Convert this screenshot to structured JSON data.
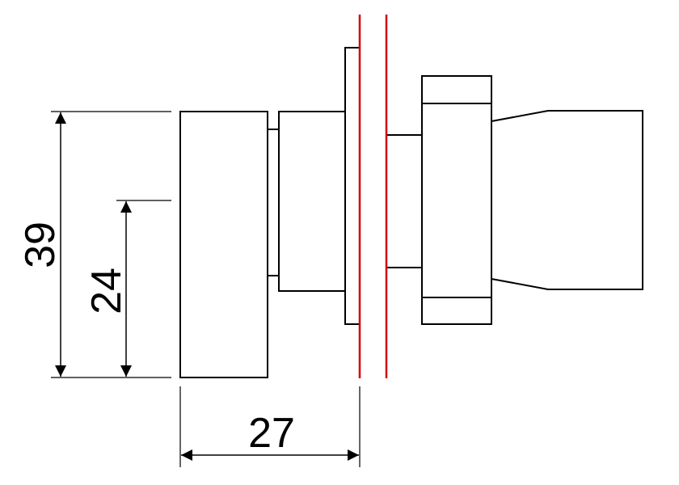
{
  "dimensions": {
    "overall_height": "39",
    "lens_height": "24",
    "front_depth": "27"
  },
  "colors": {
    "outline": "#000000",
    "panel_line": "#d40000",
    "background": "#ffffff"
  }
}
